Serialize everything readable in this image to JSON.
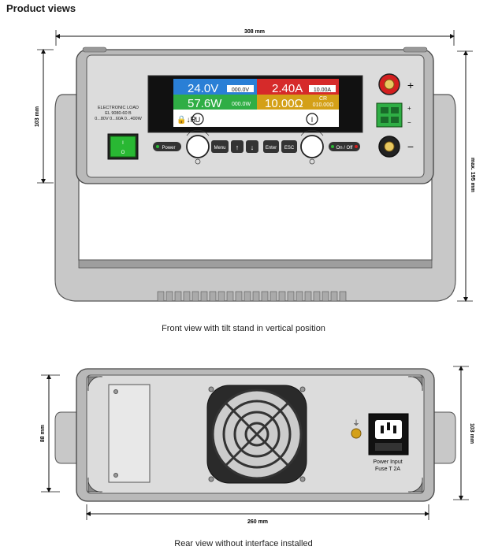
{
  "heading": "Product views",
  "front": {
    "caption": "Front view with tilt stand in vertical position",
    "dim_width": "308 mm",
    "dim_height": "103 mm",
    "dim_max_height": "max. 195 mm",
    "model_line1": "ELECTRONIC LOAD",
    "model_line2": "EL 9080-60 B",
    "model_line3": "0...80V 0...60A 0...400W",
    "display": {
      "voltage": "24.0V",
      "voltage_set": "000.0V",
      "current": "2.40A",
      "current_set": "10.00A",
      "power": "57.6W",
      "power_set": "000.0W",
      "resistance": "10.00Ω",
      "resistance_set": "010.00Ω",
      "mode": "CR",
      "status_left": "🔒↓R",
      "knob_left_label": "U",
      "knob_right_label": "I"
    },
    "buttons": {
      "power": "Power",
      "menu": "Menu",
      "up": "↑",
      "down": "↓",
      "enter": "Enter",
      "esc": "ESC",
      "onoff": "On / Off"
    },
    "mains_switch": {
      "on": "I",
      "off": "O"
    },
    "terminal_plus": "+",
    "terminal_minus": "−",
    "sense_plus": "+",
    "sense_minus": "−"
  },
  "rear": {
    "caption": "Rear view without interface installed",
    "dim_width": "260 mm",
    "dim_height_left": "88 mm",
    "dim_height_right": "103 mm",
    "power_input_line1": "Power Input",
    "power_input_line2": "Fuse T 2A"
  },
  "colors": {
    "voltage_bg": "#2a7fd6",
    "current_bg": "#d62a2a",
    "power_bg": "#2fae45",
    "resistance_bg": "#d4a017",
    "body": "#cfcfcf",
    "handle": "#bdbdbd",
    "green_switch": "#29b833",
    "red_terminal": "#d41f1f"
  }
}
